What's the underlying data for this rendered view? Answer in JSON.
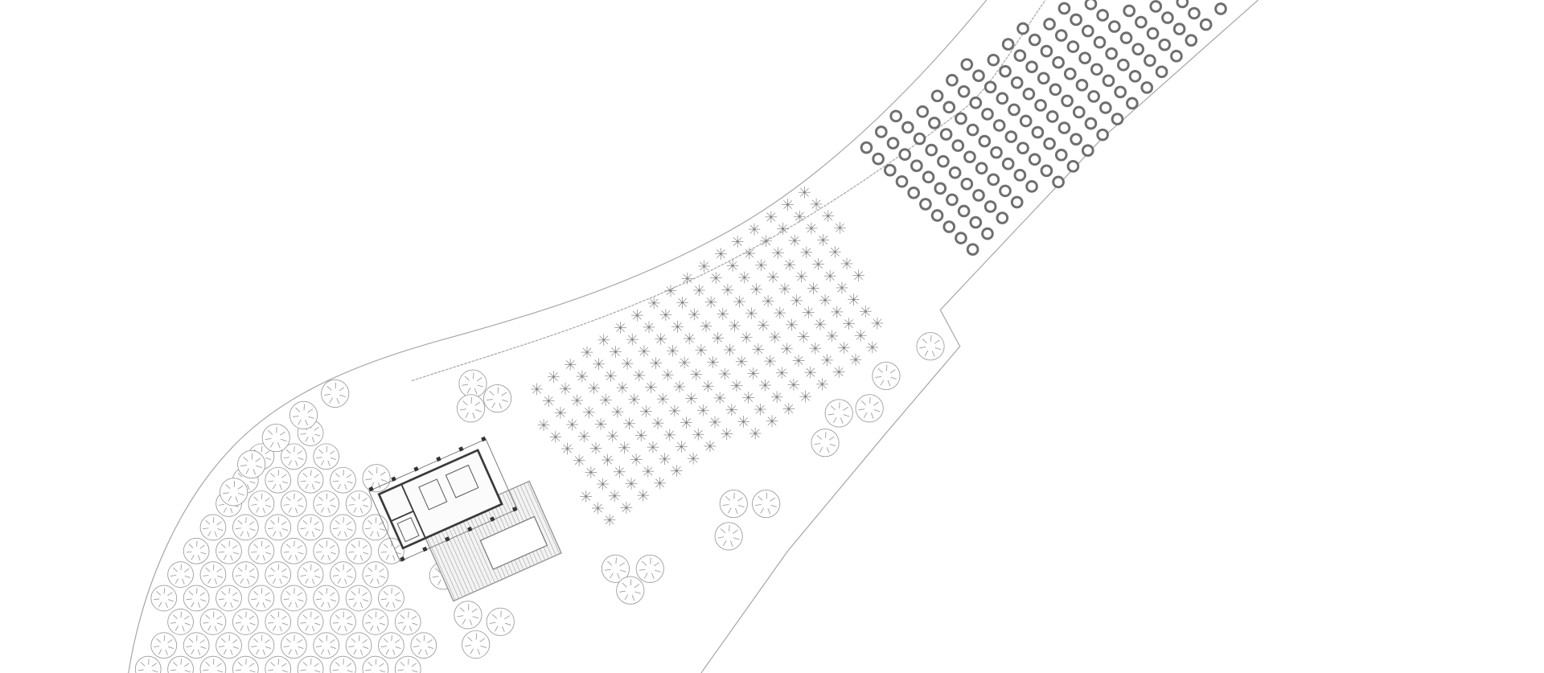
{
  "drawing": {
    "kind": "site-plan",
    "colors": {
      "background": "#ffffff",
      "boundary_line": "#a8a8a8",
      "tree_outline": "#9a9a9a",
      "tree_dark": "#6f6f6f",
      "star_tree": "#8a8a8a",
      "building_line": "#3a3a3a",
      "deck_hatch": "#8c8c8c"
    },
    "legend_symbols": [
      "outline-canopy-tree",
      "star-tree",
      "dark-round-tree",
      "building-footprint"
    ]
  }
}
